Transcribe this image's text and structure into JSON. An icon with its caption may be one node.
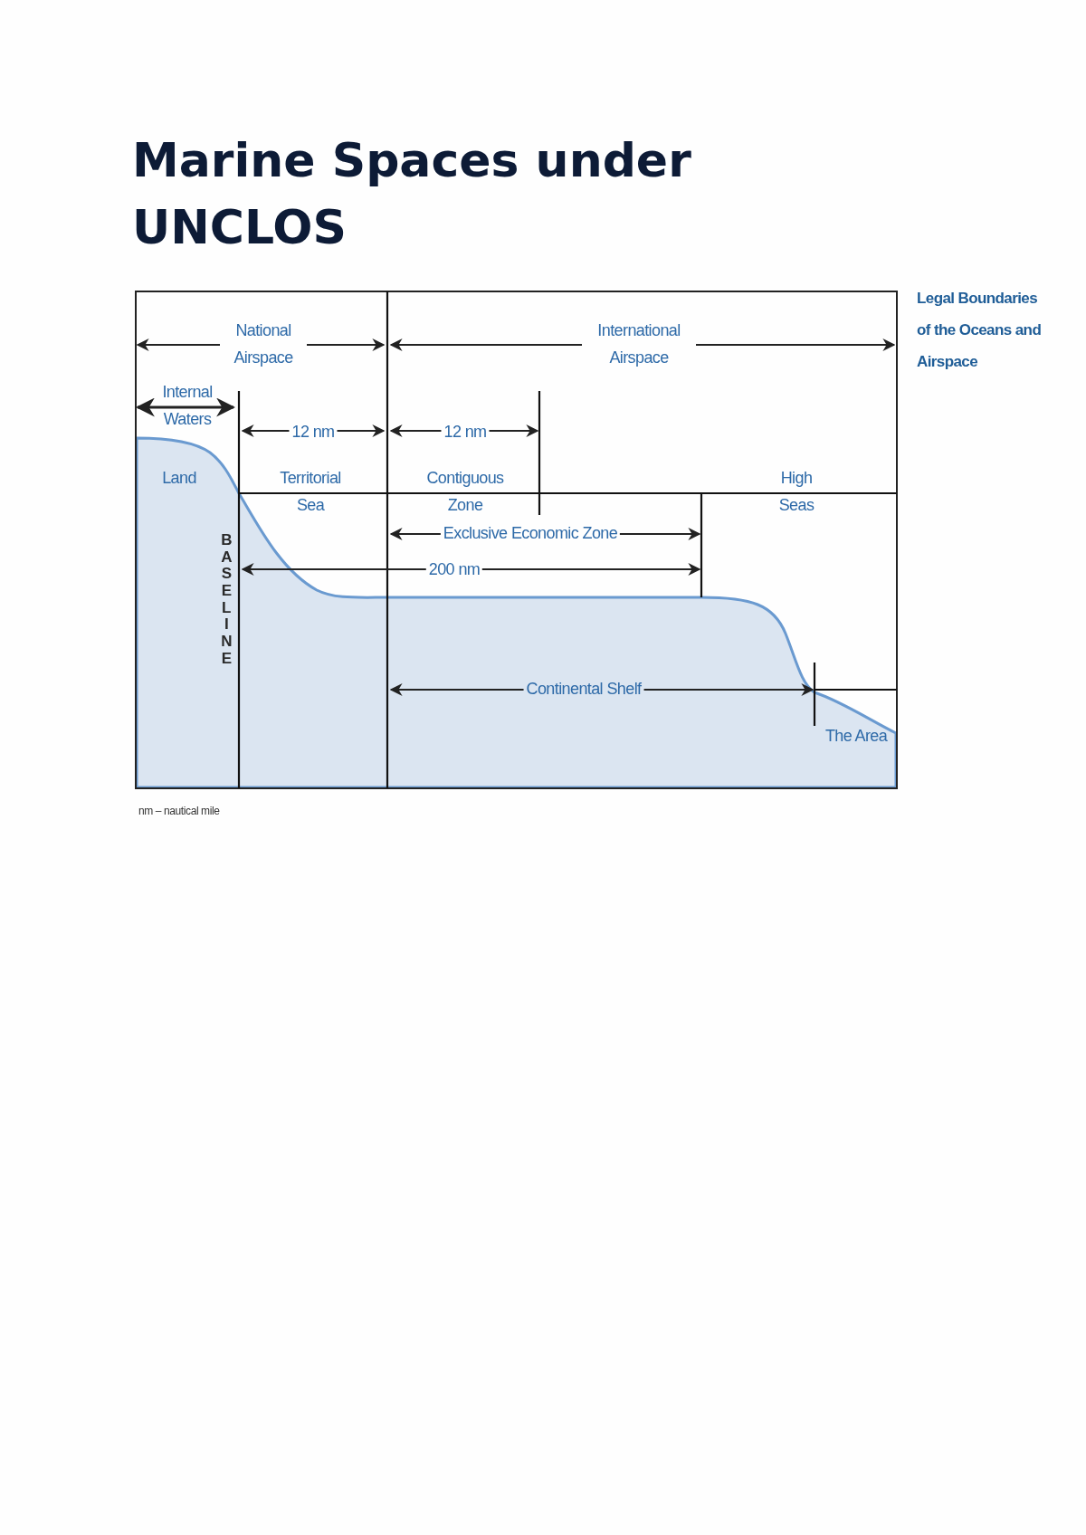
{
  "diagram": {
    "title": "Marine Spaces under UNCLOS",
    "labels": [
      "National Airspace",
      "International Airspace",
      "Internal Waters",
      "12 nm",
      "12 nm",
      "Land",
      "Territorial Sea",
      "Contiguous Zone",
      "High Seas",
      "Exclusive Economic Zone",
      "200 nm",
      "BASELINE",
      "Continental Shelf",
      "The Area",
      "Legal Boundaries of the Oceans and Airspace",
      "nm – nautical mile"
    ]
  }
}
